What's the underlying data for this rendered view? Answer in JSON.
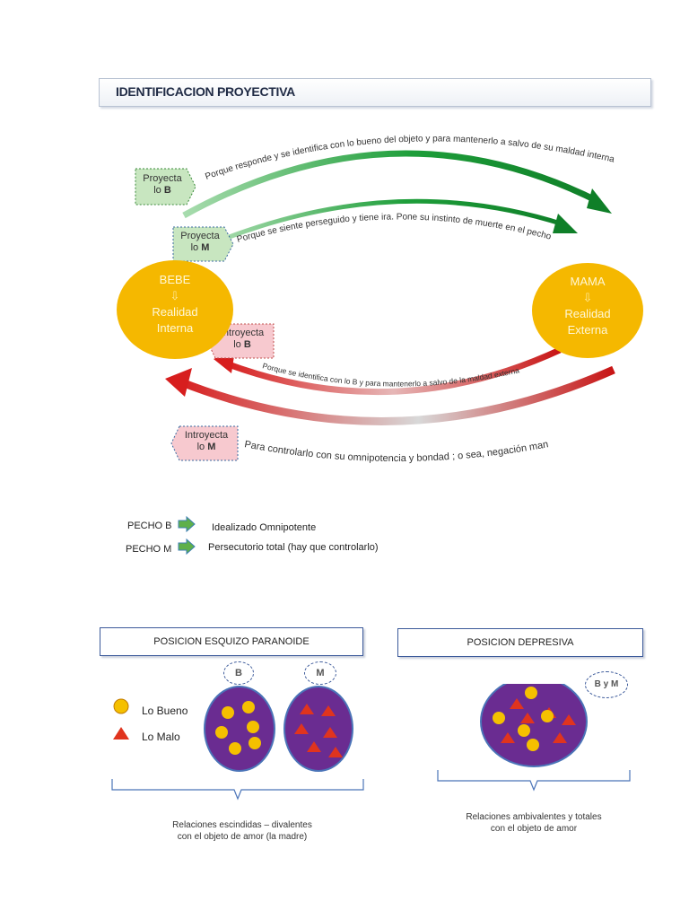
{
  "header": {
    "title": "IDENTIFICACION PROYECTIVA"
  },
  "nodes": {
    "bebe": {
      "name": "BEBE",
      "arrow": "⇩",
      "sub1": "Realidad",
      "sub2": "Interna"
    },
    "mama": {
      "name": "MAMA",
      "arrow": "⇩",
      "sub1": "Realidad",
      "sub2": "Externa"
    }
  },
  "tags": {
    "proyecta_b": {
      "line1": "Proyecta",
      "lo": "lo ",
      "letter": "B"
    },
    "proyecta_m": {
      "line1": "Proyecta",
      "lo": "lo ",
      "letter": "M"
    },
    "introyecta_b": {
      "line1": "Introyecta",
      "lo": "lo ",
      "letter": "B"
    },
    "introyecta_m": {
      "line1": "Introyecta",
      "lo": "lo ",
      "letter": "M"
    }
  },
  "arrows": {
    "a1": "Porque responde y se identifica con lo bueno del objeto y para mantenerlo a salvo de su maldad interna",
    "a2": "Porque se siente perseguido y tiene ira. Pone su instinto de muerte en el pecho",
    "a3": "Porque se identifica con lo B y para mantenerlo a salvo de la maldad externa",
    "a4": "Para controlarlo con su omnipotencia y bondad ; o sea, negación maniaca."
  },
  "pecho": [
    {
      "label": "PECHO B",
      "text": "Idealizado Omnipotente"
    },
    {
      "label": "PECHO M",
      "text": "Persecutorio total (hay que controlarlo)"
    }
  ],
  "positions": {
    "esquizo": {
      "title": "POSICION ESQUIZO PARANOIDE",
      "bubble_b": "B",
      "bubble_m": "M",
      "caption1": "Relaciones escindidas – divalentes",
      "caption2": "con el objeto de amor (la madre)"
    },
    "depresiva": {
      "title": "POSICION DEPRESIVA",
      "bubble": "B y M",
      "caption1": "Relaciones ambivalentes y totales",
      "caption2": "con el objeto de amor"
    }
  },
  "legend": {
    "bueno": "Lo Bueno",
    "malo": "Lo Malo"
  },
  "colors": {
    "oval": "#f5b800",
    "green": "#1e9e3a",
    "red": "#d71e1e",
    "purple": "#6a2c91",
    "good": "#f5c000",
    "bad": "#e0341e",
    "tag_green": "#c8e6c0",
    "tag_red": "#f7c9cf"
  }
}
